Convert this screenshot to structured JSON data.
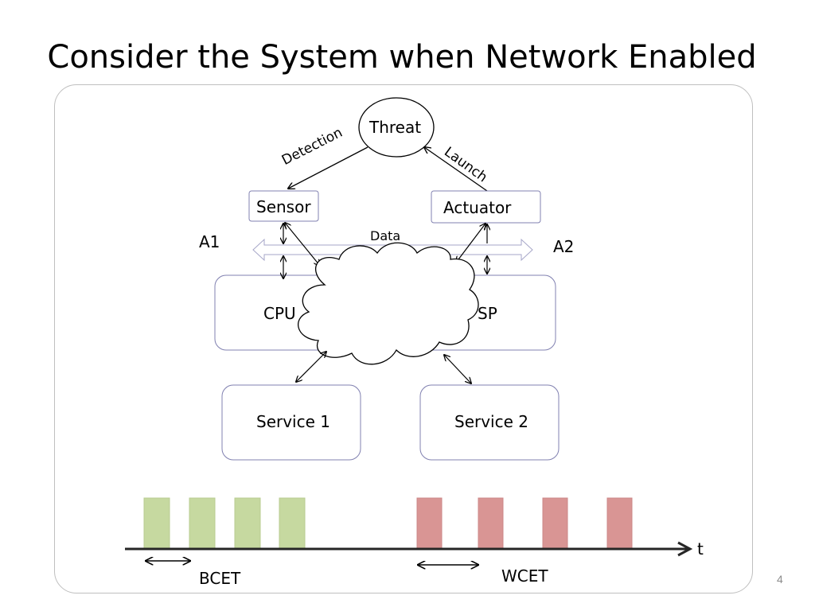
{
  "slide": {
    "title": "Consider the System when Network Enabled",
    "page_number": "4"
  },
  "diagram": {
    "threat": "Threat",
    "detection_label": "Detection",
    "launch_label": "Launch",
    "sensor": "Sensor",
    "actuator": "Actuator",
    "data_label": "Data",
    "a1": "A1",
    "a2": "A2",
    "cpu_fragment": "CPU",
    "dsp_fragment": "SP",
    "service1": "Service 1",
    "service2": "Service 2"
  },
  "timeline": {
    "axis_label": "t",
    "bcet_label": "BCET",
    "wcet_label": "WCET",
    "bcet_color": "#c6d9a0",
    "wcet_color": "#d99594"
  }
}
